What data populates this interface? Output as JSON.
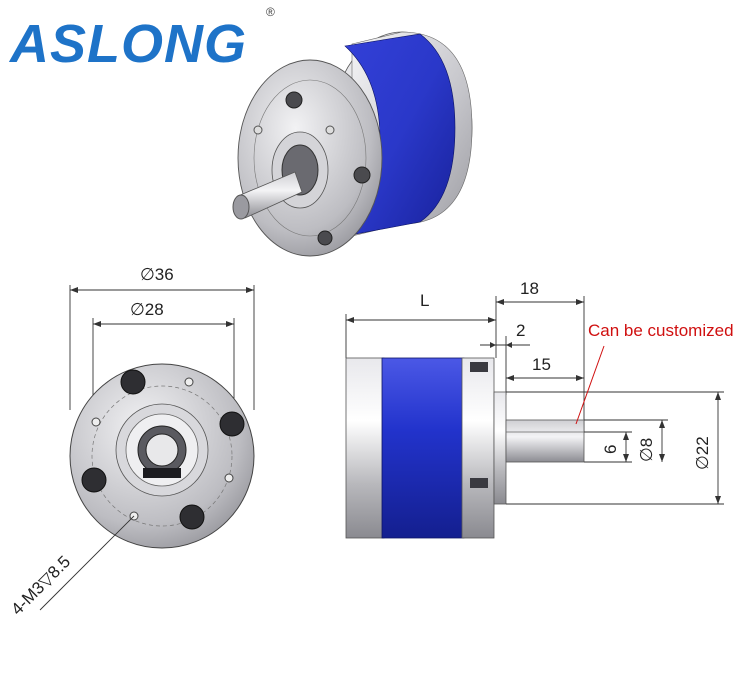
{
  "brand": {
    "name": "ASLONG",
    "registered": "®",
    "color": "#1e73c8"
  },
  "colors": {
    "band": "#2233cc",
    "metal": "#b8b8bc",
    "note": "#d01010"
  },
  "front_view": {
    "outer_dia_label": "∅36",
    "inner_dia_label": "∅28",
    "holes_label": "4-M3▽8.5"
  },
  "side_view": {
    "length_label": "L",
    "shaft_total_label": "18",
    "shoulder_label": "2",
    "shaft_len_label": "15",
    "flat_label": "6",
    "shaft_dia_label": "∅8",
    "pilot_dia_label": "∅22",
    "custom_note": "Can be customized"
  }
}
